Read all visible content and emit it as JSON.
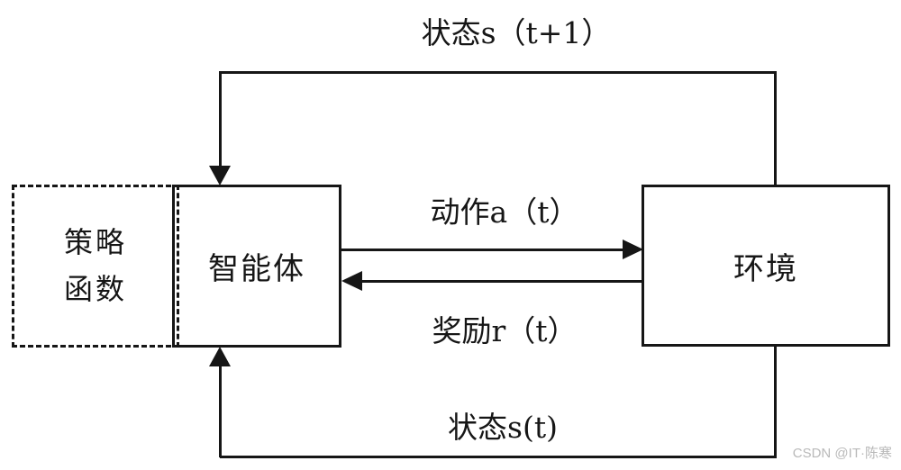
{
  "diagram": {
    "title_implied": "reinforcement-learning-loop",
    "nodes": {
      "policy_line1": "策略",
      "policy_line2": "函数",
      "agent": "智能体",
      "environment": "环境"
    },
    "edge_labels": {
      "state_next": "状态s（t+1）",
      "action": "动作a（t）",
      "reward": "奖励r（t）",
      "state_current": "状态s(t)"
    },
    "watermark": "CSDN @IT·陈寒",
    "colors": {
      "line": "#161616",
      "background": "#ffffff",
      "watermark": "#b9b9b9"
    }
  }
}
